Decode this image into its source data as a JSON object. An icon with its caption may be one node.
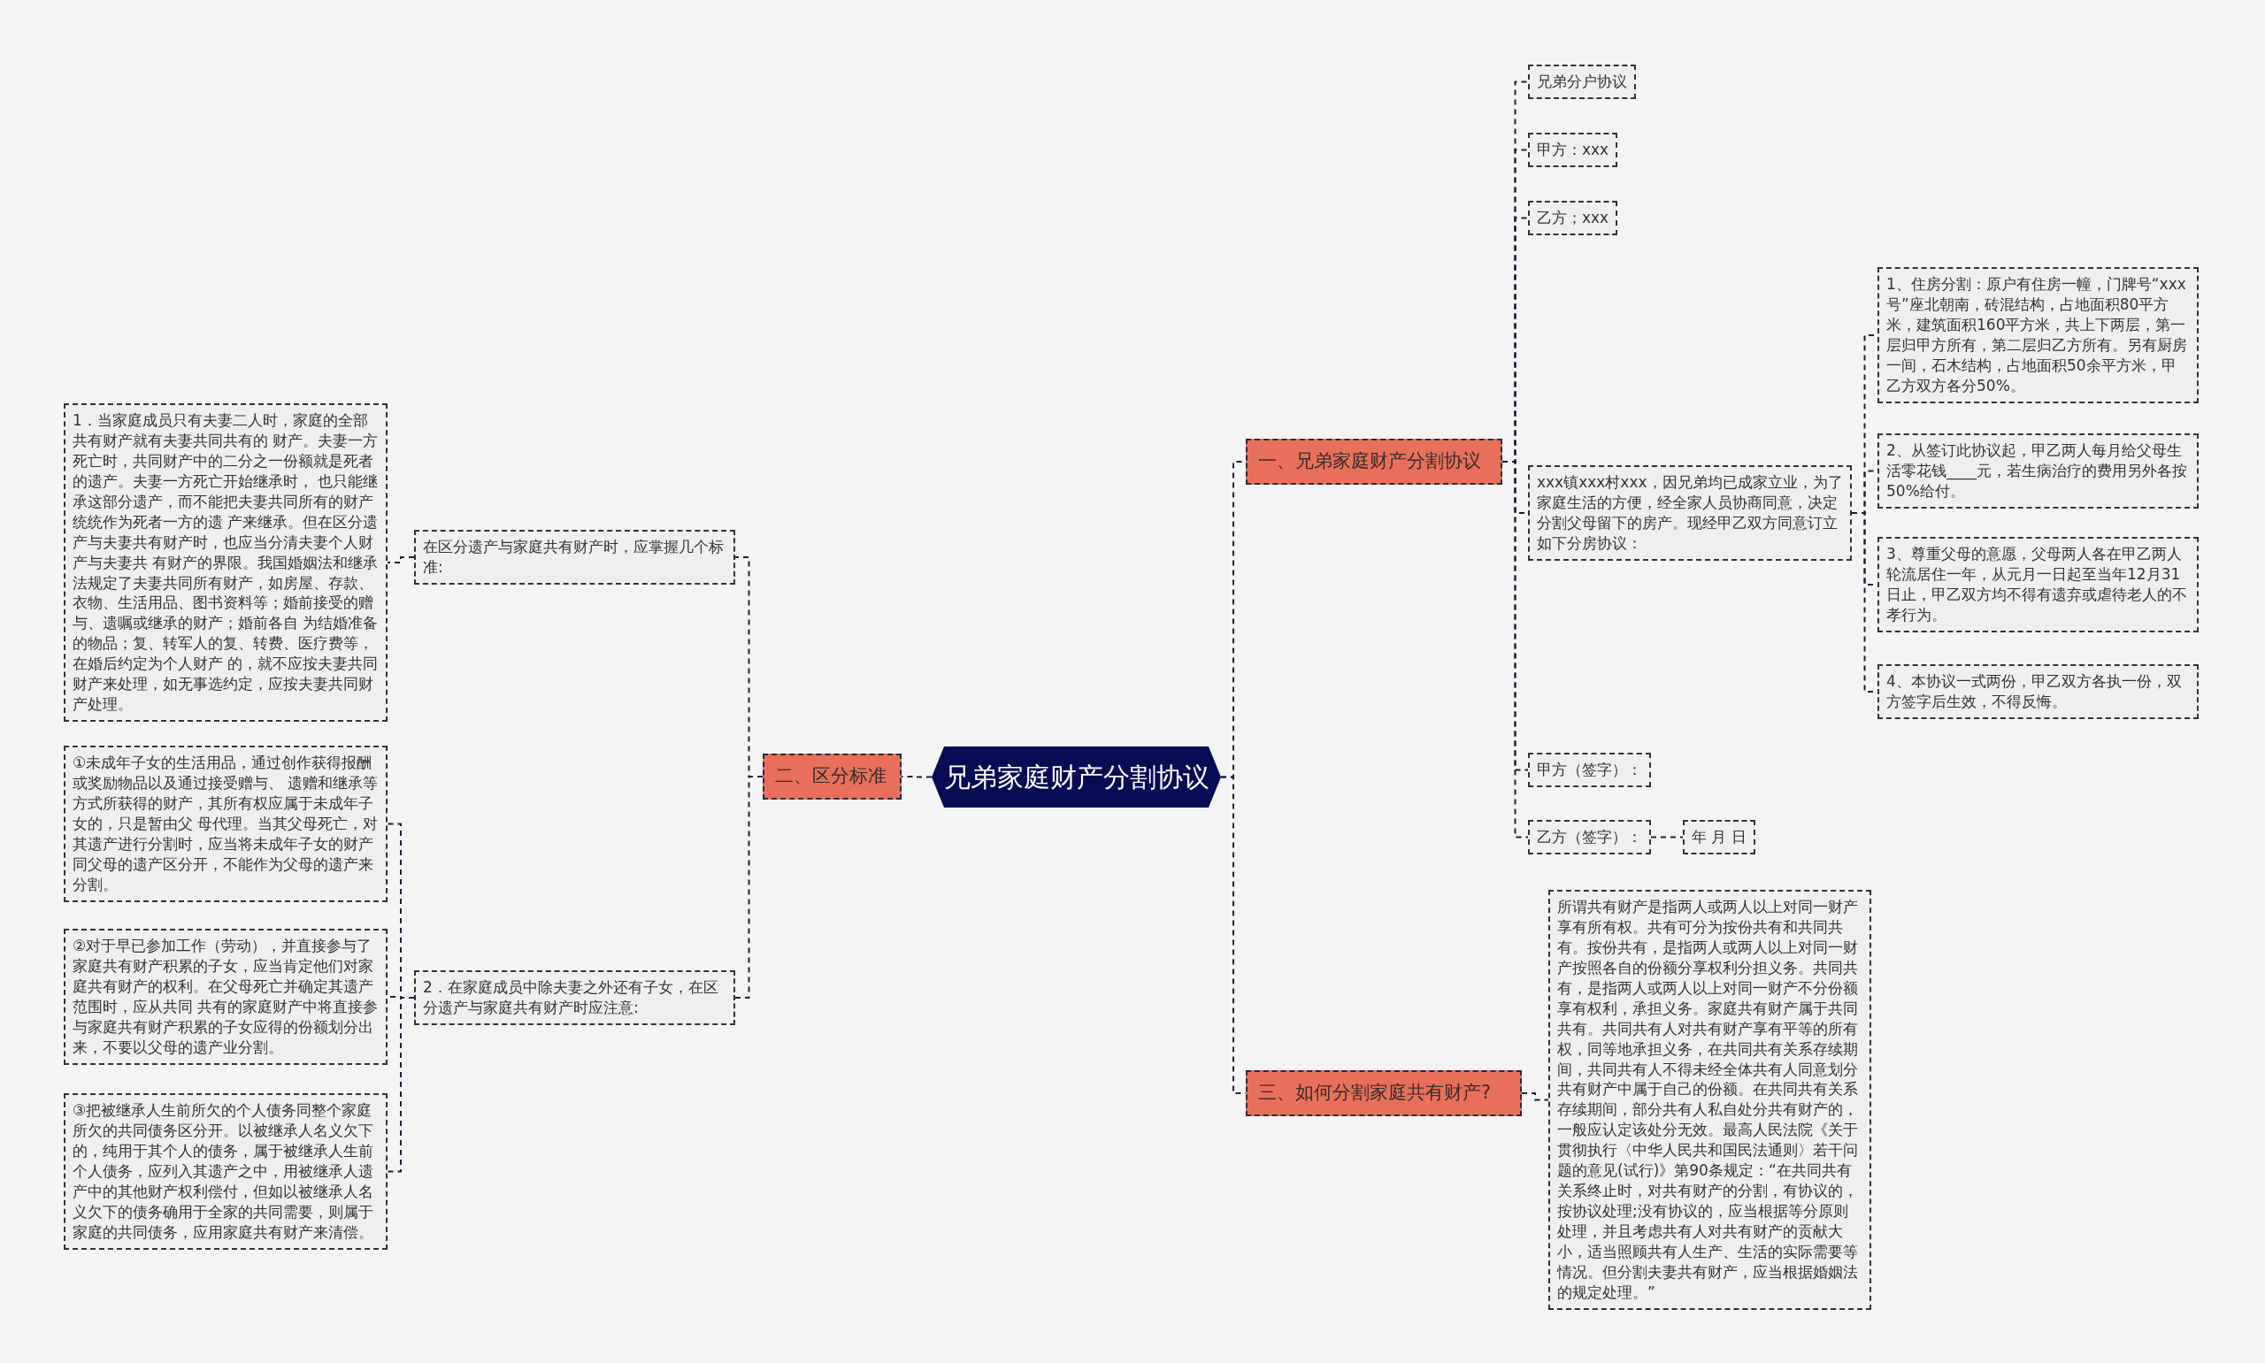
{
  "diagram": {
    "nodes": [
      {
        "text": [
          "兄弟家庭财产分割协议"
        ]
      },
      {
        "text": [
          "一、兄弟家庭财产分割协议"
        ]
      },
      {
        "text": [
          "二、区分标准"
        ]
      },
      {
        "text": [
          "三、如何分割家庭共有财产?"
        ]
      },
      {
        "text": [
          "兄弟分户协议"
        ]
      },
      {
        "text": [
          "甲方：xxx"
        ]
      },
      {
        "text": [
          "乙方；xxx"
        ]
      },
      {
        "text": [
          "xxx镇xxx村xxx，因兄弟均已成家立业，为了家庭生活的方便，经全家人员协商同意，决定分割父母留下的房产。现经甲乙双方同意订立如下分房协议："
        ]
      },
      {
        "text": [
          "甲方（签字）："
        ]
      },
      {
        "text": [
          "乙方（签字）："
        ]
      },
      {
        "text": [
          "年 月 日"
        ]
      },
      {
        "text": [
          "1、住房分割：原户有住房一幢，门牌号“xxx号”座北朝南，砖混结构，占地面积80平方米，建筑面积160平方米，共上下两层，第一层归甲方所有，第二层归乙方所有。另有厨房一间，石木结构，占地面积50余平方米，甲乙方双方各分50%。"
        ]
      },
      {
        "text": [
          "2、从签订此协议起，甲乙两人每月给父母生活零花钱____元，若生病治疗的费用另外各按50%给付。"
        ]
      },
      {
        "text": [
          "3、尊重父母的意愿，父母两人各在甲乙两人轮流居住一年，从元月一日起至当年12月31日止，甲乙双方均不得有遗弃或虐待老人的不孝行为。"
        ]
      },
      {
        "text": [
          "4、本协议一式两份，甲乙双方各执一份，双方签字后生效，不得反悔。"
        ]
      },
      {
        "text": [
          "在区分遗产与家庭共有财产时，应掌握几个标准:"
        ]
      },
      {
        "text": [
          "2．在家庭成员中除夫妻之外还有子女，在区分遗产与家庭共有财产时应注意:"
        ]
      },
      {
        "text": [
          "1．当家庭成员只有夫妻二人时，家庭的全部共有财产就有夫妻共同共有的 财产。夫妻一方死亡时，共同财产中的二分之一份额就是死者的遗产。夫妻一方死亡开始继承时， 也只能继承这部分遗产，而不能把夫妻共同所有的财产统统作为死者一方的遗 产来继承。但在区分遗产与夫妻共有财产时，也应当分清夫妻个人财产与夫妻共 有财产的界限。我国婚姻法和继承法规定了夫妻共同所有财产，如房屋、存款、衣物、生活用品、图书资料等；婚前接受的赠与、遗嘱或继承的财产；婚前各自 为结婚准备的物品；复、转军人的复、转费、医疗费等，在婚后约定为个人财产 的，就不应按夫妻共同财产来处理，如无事选约定，应按夫妻共同财产处理。"
        ]
      },
      {
        "text": [
          "①未成年子女的生活用品，通过创作获得报酬或奖励物品以及通过接受赠与、 遗赠和继承等方式所获得的财产，其所有权应属于未成年子女的，只是暂由父 母代理。当其父母死亡，对其遗产进行分割时，应当将未成年子女的财产同父母的遗产区分开，不能作为父母的遗产来分割。"
        ]
      },
      {
        "text": [
          "②对于早已参加工作（劳动），并直接参与了家庭共有财产积累的子女，应当肯定他们对家庭共有财产的权利。在父母死亡并确定其遗产范围时，应从共同 共有的家庭财产中将直接参与家庭共有财产积累的子女应得的份额划分出来，不要以父母的遗产业分割。"
        ]
      },
      {
        "text": [
          "③把被继承人生前所欠的个人债务同整个家庭所欠的共同债务区分开。以被继承人名义欠下的，纯用于其个人的债务，属于被继承人生前个人债务，应列入其遗产之中，用被继承人遗产中的其他财产权利偿付，但如以被继承人名义欠下的债务确用于全家的共同需要，则属于家庭的共同债务，应用家庭共有财产来清偿。"
        ]
      },
      {
        "text": [
          "所谓共有财产是指两人或两人以上对同一财产享有所有权。共有可分为按份共有和共同共有。按份共有，是指两人或两人以上对同一财产按照各自的份额分享权利分担义务。共同共有，是指两人或两人以上对同一财产不分份额享有权利，承担义务。家庭共有财产属于共同共有。共同共有人对共有财产享有平等的所有权，同等地承担义务，在共同共有关系存续期间，共同共有人不得未经全体共有人同意划分共有财产中属于自己的份额。在共同共有关系存续期间，部分共有人私自处分共有财产的，一般应认定该处分无效。最高人民法院《关于贯彻执行〈中华人民共和国民法通则〉若干问题的意见(试行)》第90条规定：“在共同共有关系终止时，对共有财产的分割，有协议的，按协议处理;没有协议的，应当根据等分原则处理，并且考虑共有人对共有财产的贡献大小，适当照顾共有人生产、生活的实际需要等情况。但分割夫妻共有财产，应当根据婚姻法的规定处理。”"
        ]
      }
    ],
    "edges": [
      {
        "from": 0,
        "to": 1,
        "arrow": "none",
        "style": "dashed"
      },
      {
        "from": 0,
        "to": 2,
        "arrow": "none",
        "style": "dashed"
      },
      {
        "from": 0,
        "to": 3,
        "arrow": "none",
        "style": "dashed"
      },
      {
        "from": 1,
        "to": 4,
        "arrow": "none",
        "style": "dashed"
      },
      {
        "from": 1,
        "to": 5,
        "arrow": "none",
        "style": "dashed"
      },
      {
        "from": 1,
        "to": 6,
        "arrow": "none",
        "style": "dashed"
      },
      {
        "from": 1,
        "to": 7,
        "arrow": "none",
        "style": "dashed"
      },
      {
        "from": 1,
        "to": 8,
        "arrow": "none",
        "style": "dashed"
      },
      {
        "from": 1,
        "to": 9,
        "arrow": "none",
        "style": "dashed"
      },
      {
        "from": 9,
        "to": 10,
        "arrow": "none",
        "style": "dashed"
      },
      {
        "from": 7,
        "to": 11,
        "arrow": "none",
        "style": "dashed"
      },
      {
        "from": 7,
        "to": 12,
        "arrow": "none",
        "style": "dashed"
      },
      {
        "from": 7,
        "to": 13,
        "arrow": "none",
        "style": "dashed"
      },
      {
        "from": 7,
        "to": 14,
        "arrow": "none",
        "style": "dashed"
      },
      {
        "from": 2,
        "to": 15,
        "arrow": "none",
        "style": "dashed"
      },
      {
        "from": 2,
        "to": 16,
        "arrow": "none",
        "style": "dashed"
      },
      {
        "from": 15,
        "to": 17,
        "arrow": "none",
        "style": "dashed"
      },
      {
        "from": 16,
        "to": 18,
        "arrow": "none",
        "style": "dashed"
      },
      {
        "from": 16,
        "to": 19,
        "arrow": "none",
        "style": "dashed"
      },
      {
        "from": 16,
        "to": 20,
        "arrow": "none",
        "style": "dashed"
      },
      {
        "from": 3,
        "to": 21,
        "arrow": "none",
        "style": "dashed"
      }
    ]
  }
}
